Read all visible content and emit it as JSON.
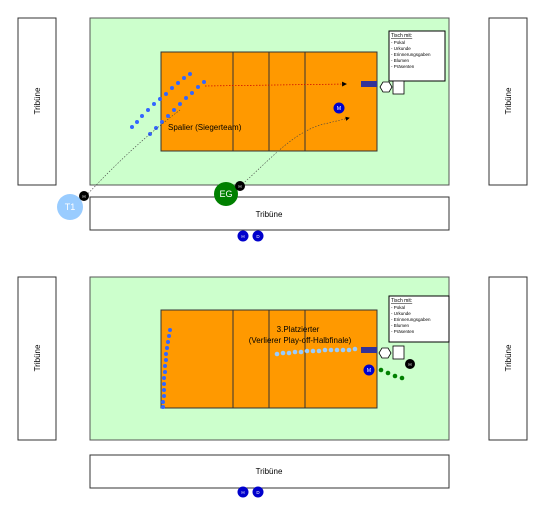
{
  "stand_label": "Tribüne",
  "top_diagram": {
    "court_caption": "Spalier (Siegerteam)",
    "table_title": "Tisch mit:",
    "table_items": [
      "- Pokal",
      "- Urkunde",
      "- Erinnerungsgaben",
      "- Blumen",
      "- Präsenten"
    ],
    "marker_t1": "T1",
    "marker_eg": "EG",
    "marker_h": "H",
    "marker_m": "M",
    "marker_d": "D"
  },
  "bottom_diagram": {
    "court_caption_line1": "3.Platzierter",
    "court_caption_line2": "(Verlierer Play-off-Halbfinale)",
    "table_title": "Tisch mit:",
    "table_items": [
      "- Pokal",
      "- Urkunde",
      "- Erinnerungsgaben",
      "- Blumen",
      "- Präsenten"
    ],
    "marker_h": "H",
    "marker_m": "M",
    "marker_d": "D"
  },
  "colors": {
    "field": "#ccffcc",
    "court": "#ff9900",
    "team_blue": "#3366ff",
    "team_lightblue": "#99ccff",
    "team_green": "#008000",
    "official_blue": "#0000cc",
    "eg_green": "#008000",
    "t1_lightblue": "#99ccff"
  }
}
